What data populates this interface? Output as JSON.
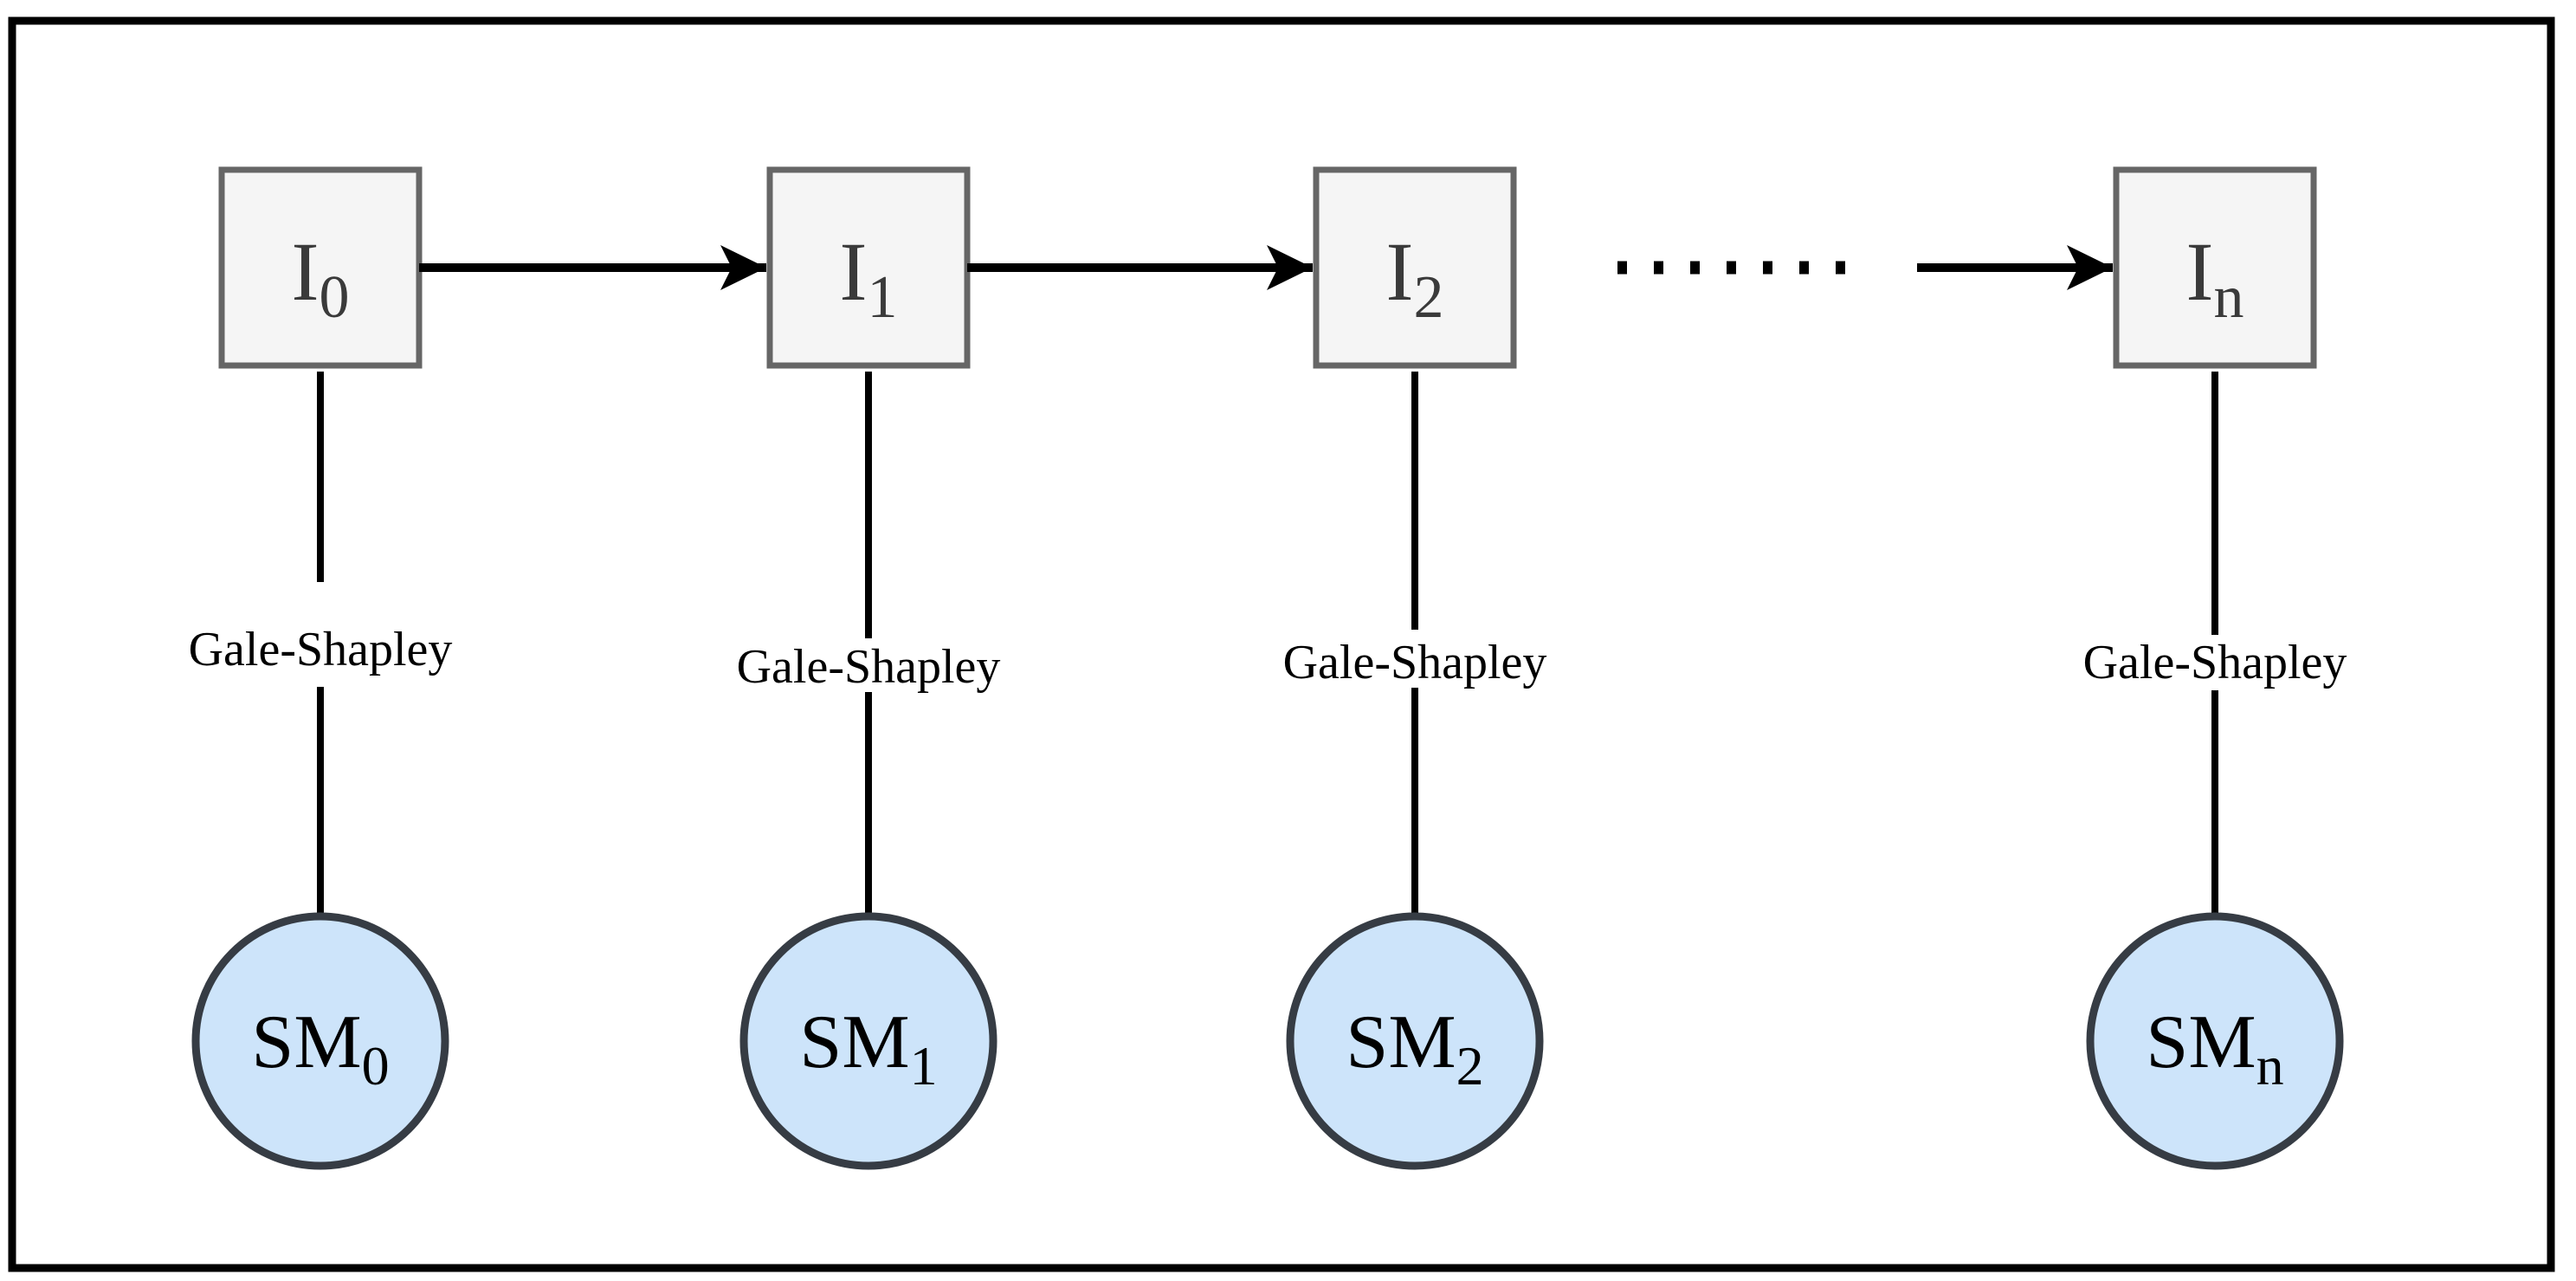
{
  "figure": {
    "description": "Chain of instances solved by Gale-Shapley producing stable matchings",
    "colors": {
      "background": "#ffffff",
      "frame_stroke": "#000000",
      "connector_stroke": "#000000",
      "box_fill": "#f5f5f5",
      "box_stroke": "#666666",
      "box_text": "#3a3a3a",
      "circle_fill": "#cde4fa",
      "circle_stroke": "#363c44",
      "circle_text": "#000000",
      "edge_label_text": "#000000"
    },
    "nodes": [
      {
        "instance_label": "I",
        "instance_subscript": "0",
        "edge_label": "Gale-Shapley",
        "machine_label": "SM",
        "machine_subscript": "0"
      },
      {
        "instance_label": "I",
        "instance_subscript": "1",
        "edge_label": "Gale-Shapley",
        "machine_label": "SM",
        "machine_subscript": "1"
      },
      {
        "instance_label": "I",
        "instance_subscript": "2",
        "edge_label": "Gale-Shapley",
        "machine_label": "SM",
        "machine_subscript": "2"
      },
      {
        "instance_label": "I",
        "instance_subscript": "n",
        "edge_label": "Gale-Shapley",
        "machine_label": "SM",
        "machine_subscript": "n"
      }
    ]
  }
}
